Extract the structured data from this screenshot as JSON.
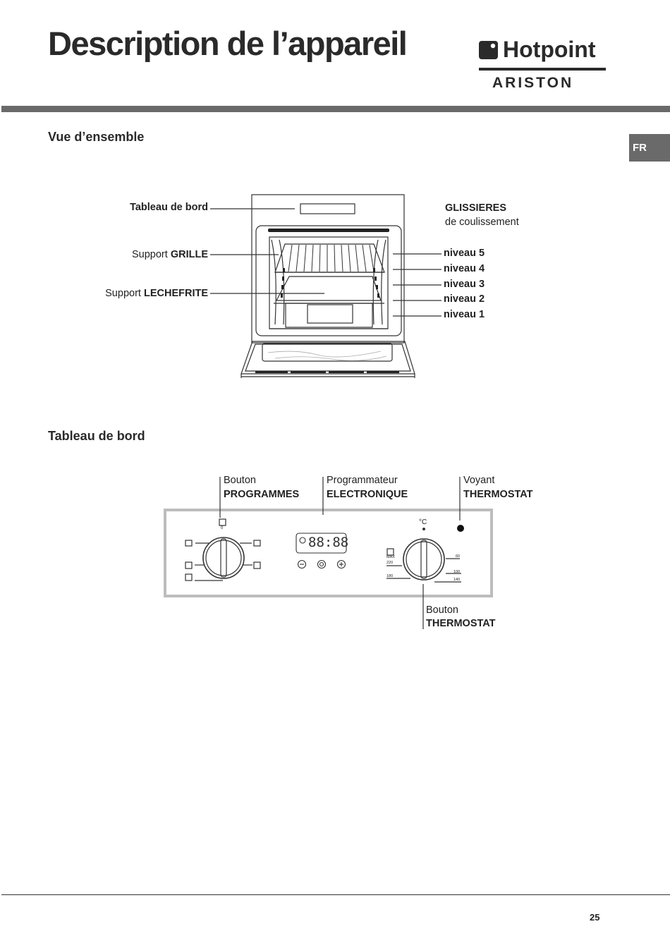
{
  "page": {
    "title": "Description de l’appareil",
    "language_tab": "FR",
    "page_number": "25"
  },
  "brand": {
    "name": "Hotpoint",
    "sub": "ARISTON"
  },
  "overview": {
    "heading": "Vue d’ensemble",
    "tableau_label": "Tableau de bord",
    "support_prefix": "Support",
    "grille": "GRILLE",
    "lechefrite": "LECHEFRITE",
    "glissieres": "GLISSIERES",
    "glissieres_sub": "de coulissement",
    "levels": [
      "niveau 5",
      "niveau 4",
      "niveau 3",
      "niveau 2",
      "niveau 1"
    ]
  },
  "control_panel": {
    "heading": "Tableau de bord",
    "labels": {
      "programmes_line1": "Bouton",
      "programmes_line2": "PROGRAMMES",
      "programmateur_line1": "Programmateur",
      "programmateur_line2": "ELECTRONIQUE",
      "voyant_line1": "Voyant",
      "voyant_line2": "THERMOSTAT",
      "thermostat_line1": "Bouton",
      "thermostat_line2": "THERMOSTAT"
    },
    "display_digits": "88:88",
    "knob_zero": "0",
    "degree_symbol": "°C",
    "temp_labels": [
      "MAX",
      "220",
      "180",
      "60",
      "100",
      "140"
    ]
  }
}
